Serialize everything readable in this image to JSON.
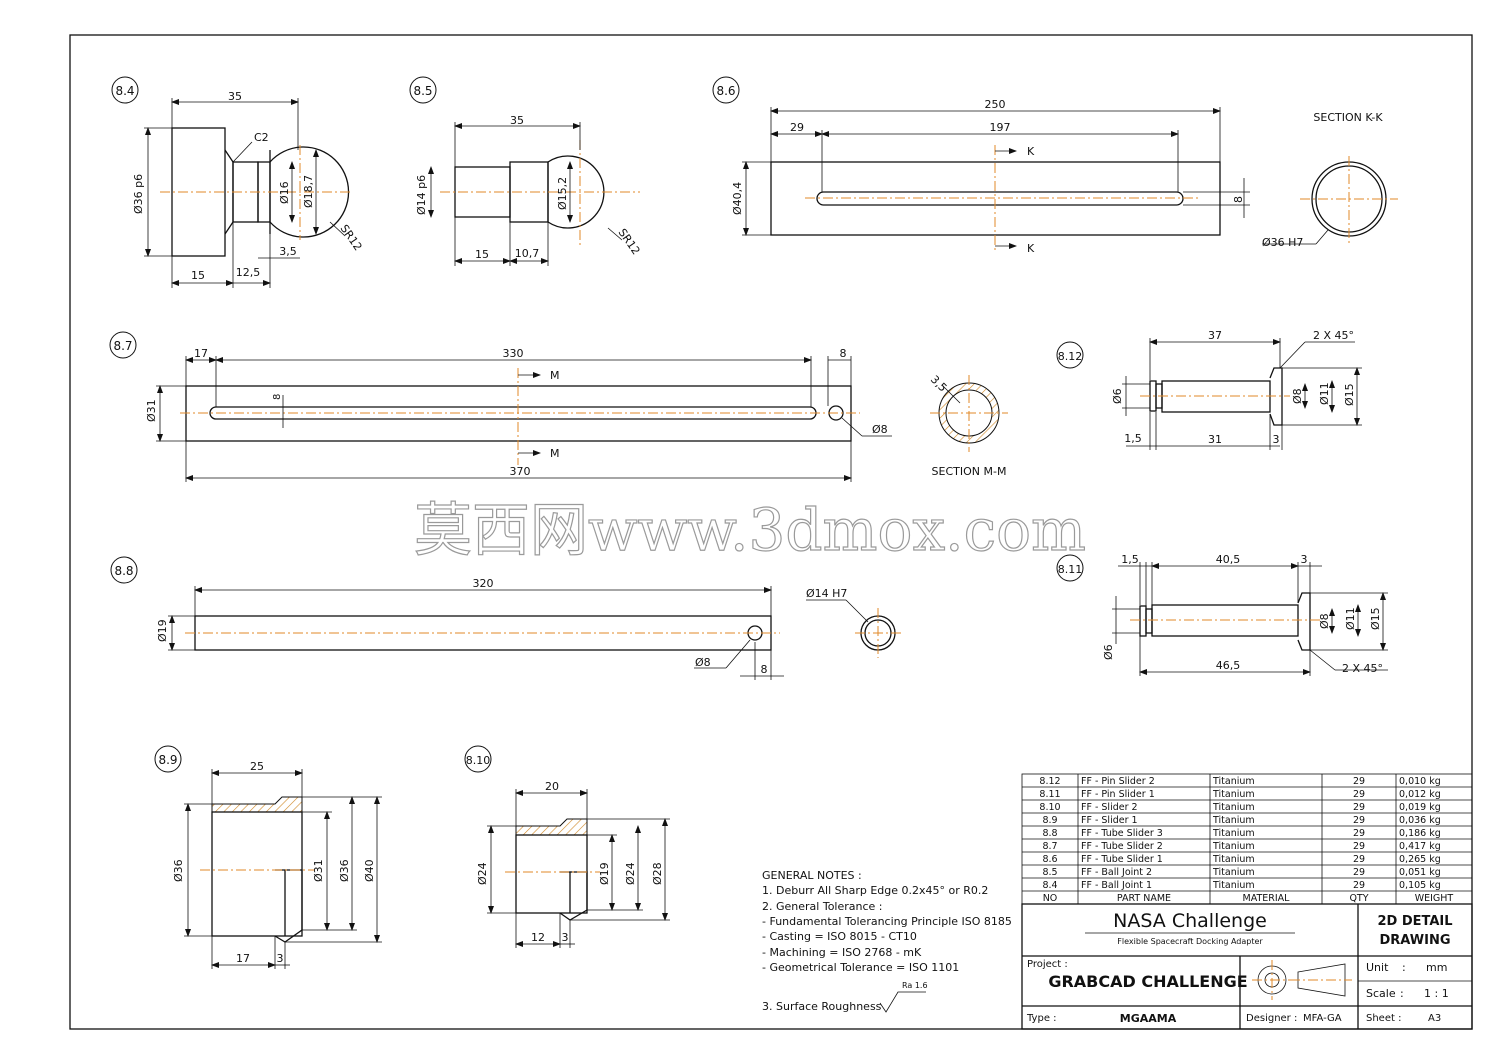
{
  "views": {
    "v84": {
      "label": "8.4",
      "d_len": "35",
      "chamfer": "C2",
      "dia_main": "Ø36 p6",
      "dia_neck": "Ø16",
      "dia_ball": "Ø18,7",
      "radius": "SR12",
      "d1": "15",
      "d2": "12,5",
      "d3": "3,5"
    },
    "v85": {
      "label": "8.5",
      "d_len": "35",
      "dia_main": "Ø14 p6",
      "dia_ball": "Ø15,2",
      "radius": "SR12",
      "d1": "15",
      "d2": "10,7"
    },
    "v86": {
      "label": "8.6",
      "d_total": "250",
      "d_off": "29",
      "d_slot": "197",
      "dia": "Ø40,4",
      "slot_w": "8",
      "cut": "K",
      "section_title": "SECTION K-K",
      "section_dia": "Ø36 H7"
    },
    "v87": {
      "label": "8.7",
      "d_off": "17",
      "d_slot": "330",
      "d_end": "8",
      "dia": "Ø31",
      "slot_w": "8",
      "hole": "Ø8",
      "d_total": "370",
      "cut": "M",
      "section_title": "SECTION M-M",
      "section_wall": "3,5"
    },
    "v88": {
      "label": "8.8",
      "d_total": "320",
      "dia": "Ø19",
      "hole": "Ø8",
      "d_end": "8",
      "section_dia": "Ø14 H7"
    },
    "v89": {
      "label": "8.9",
      "d_len": "25",
      "dia1": "Ø36",
      "dia2": "Ø31",
      "dia3": "Ø36",
      "dia4": "Ø40",
      "d1": "17",
      "d2": "3"
    },
    "v810": {
      "label": "8.10",
      "d_len": "20",
      "dia1": "Ø24",
      "dia2": "Ø19",
      "dia3": "Ø24",
      "dia4": "Ø28",
      "d1": "12",
      "d2": "3"
    },
    "v812": {
      "label": "8.12",
      "d_len": "37",
      "chamfer": "2 X 45°",
      "dia_small": "Ø6",
      "dia_a": "Ø8",
      "dia_b": "Ø11",
      "dia_c": "Ø15",
      "d1": "1,5",
      "d2": "31",
      "d3": "3"
    },
    "v811": {
      "label": "8.11",
      "d_a": "1,5",
      "d_b": "40,5",
      "d_c": "3",
      "dia_small": "Ø6",
      "dia_a": "Ø8",
      "dia_b": "Ø11",
      "dia_c": "Ø15",
      "d_total": "46,5",
      "chamfer": "2 X 45°"
    }
  },
  "watermark": "莫西网www.3dmox.com",
  "notes": {
    "title": "GENERAL NOTES :",
    "lines": [
      "1. Deburr All Sharp Edge 0.2x45° or R0.2",
      "2. General Tolerance :",
      "- Fundamental Tolerancing Principle ISO 8185",
      "- Casting = ISO 8015 - CT10",
      "- Machining = ISO 2768 - mK",
      "- Geometrical Tolerance = ISO 1101"
    ],
    "roughness_label": "3. Surface Roughness",
    "roughness_value": "Ra 1.6"
  },
  "bom": {
    "headers": [
      "NO",
      "PART NAME",
      "MATERIAL",
      "QTY",
      "WEIGHT"
    ],
    "rows": [
      [
        "8.12",
        "FF - Pin Slider 2",
        "Titanium",
        "29",
        "0,010  kg"
      ],
      [
        "8.11",
        "FF - Pin Slider 1",
        "Titanium",
        "29",
        "0,012  kg"
      ],
      [
        "8.10",
        "FF - Slider 2",
        "Titanium",
        "29",
        "0,019  kg"
      ],
      [
        "8.9",
        "FF - Slider 1",
        "Titanium",
        "29",
        "0,036  kg"
      ],
      [
        "8.8",
        "FF - Tube Slider 3",
        "Titanium",
        "29",
        "0,186  kg"
      ],
      [
        "8.7",
        "FF - Tube Slider 2",
        "Titanium",
        "29",
        "0,417  kg"
      ],
      [
        "8.6",
        "FF - Tube Slider 1",
        "Titanium",
        "29",
        "0,265  kg"
      ],
      [
        "8.5",
        "FF - Ball Joint 2",
        "Titanium",
        "29",
        "0,051  kg"
      ],
      [
        "8.4",
        "FF - Ball Joint 1",
        "Titanium",
        "29",
        "0,105  kg"
      ]
    ]
  },
  "titleblock": {
    "title": "NASA Challenge",
    "subtitle": "Flexible Spacecraft Docking Adapter",
    "drawing_type_1": "2D DETAIL",
    "drawing_type_2": "DRAWING",
    "project_label": "Project :",
    "project": "GRABCAD CHALLENGE",
    "unit_label": "Unit",
    "unit_sep": ":",
    "unit": "mm",
    "scale_label": "Scale",
    "scale_sep": ":",
    "scale": "1 : 1",
    "type_label": "Type :",
    "type": "MGAAMA",
    "designer_label": "Designer :",
    "designer": "MFA-GA",
    "sheet_label": "Sheet :",
    "sheet": "A3"
  }
}
